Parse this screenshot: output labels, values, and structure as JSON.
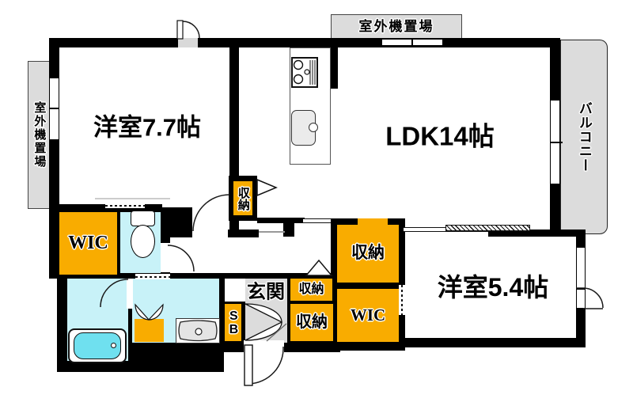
{
  "floorplan": {
    "title": "apartment-floorplan",
    "rooms": {
      "bedroom_main": {
        "label": "洋室7.7帖",
        "size_jo": 7.7
      },
      "ldk": {
        "label": "LDK14帖",
        "size_jo": 14
      },
      "bedroom_second": {
        "label": "洋室5.4帖",
        "size_jo": 5.4
      },
      "entrance": {
        "label": "玄関"
      },
      "balcony": {
        "label": "バルコニー"
      },
      "outdoor_unit_left": {
        "label": "室外機置場"
      },
      "outdoor_unit_top": {
        "label": "室外機置場"
      }
    },
    "storage": {
      "wic_left": {
        "label": "WIC"
      },
      "wic_right": {
        "label": "WIC"
      },
      "storage_kitchen": {
        "label": "収納"
      },
      "storage_large": {
        "label": "収納"
      },
      "storage_hall_upper": {
        "label": "収納"
      },
      "storage_hall_lower": {
        "label": "収納"
      },
      "shoe_box": {
        "label": "SB"
      }
    },
    "fixtures": {
      "toilet": "toilet-icon",
      "bathtub": "bathtub-icon",
      "washbasin": "washbasin-icon",
      "kitchen_stove": "stove-icon",
      "kitchen_sink": "kitchen-sink-icon",
      "doors": "door-arc-icon"
    },
    "colors": {
      "wall_black": "#000000",
      "storage_orange": "#F9AC00",
      "water_room_cyan": "#C8F2F8",
      "bathtub_cyan": "#6FE0EF",
      "exterior_gray": "#DCDCDC"
    }
  }
}
